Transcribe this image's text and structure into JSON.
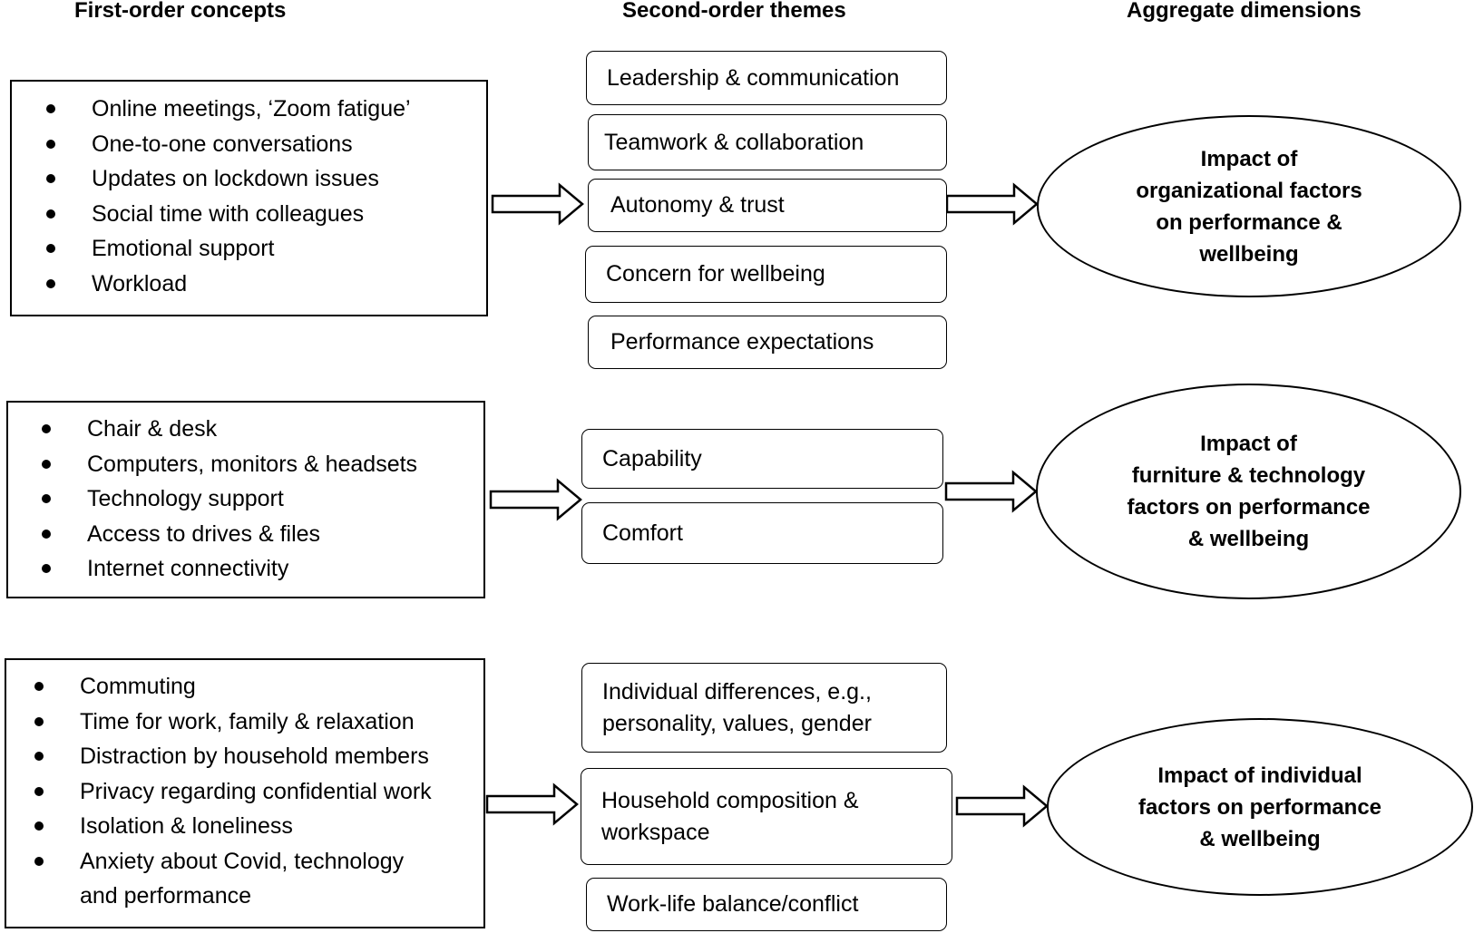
{
  "headers": {
    "first_order": "First-order concepts",
    "second_order": "Second-order themes",
    "aggregate": "Aggregate dimensions"
  },
  "groups": [
    {
      "concepts": [
        "Online meetings, ‘Zoom fatigue’",
        "One-to-one conversations",
        "Updates on lockdown issues",
        "Social time with colleagues",
        "Emotional support",
        "Workload"
      ],
      "themes": [
        "Leadership & communication",
        "Teamwork & collaboration",
        "Autonomy & trust",
        "Concern for wellbeing",
        "Performance expectations"
      ],
      "dimension": "Impact of\norganizational factors\non performance &\nwellbeing"
    },
    {
      "concepts": [
        "Chair & desk",
        "Computers, monitors & headsets",
        "Technology support",
        "Access to drives & files",
        "Internet connectivity"
      ],
      "themes": [
        "Capability",
        "Comfort"
      ],
      "dimension": "Impact of\nfurniture & technology\nfactors on performance\n& wellbeing"
    },
    {
      "concepts": [
        "Commuting",
        "Time for work, family & relaxation",
        "Distraction by household members",
        "Privacy regarding confidential work",
        "Isolation & loneliness",
        "Anxiety about Covid, technology\nand performance"
      ],
      "themes": [
        "Individual differences, e.g.,\npersonality, values, gender",
        "Household composition &\nworkspace",
        "Work-life balance/conflict"
      ],
      "dimension": "Impact of individual\nfactors on performance\n& wellbeing"
    }
  ]
}
